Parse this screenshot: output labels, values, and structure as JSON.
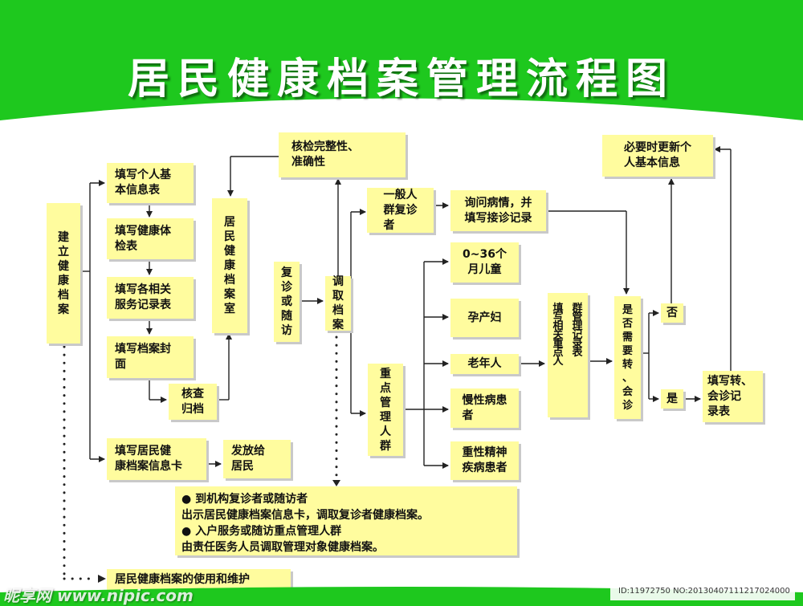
{
  "title": "居民健康档案管理流程图",
  "nodes": {
    "establish": "建\n立\n健\n康\n档\n案",
    "fill_basic": "填写个人基\n本信息表",
    "fill_physical": "填写健康体\n检表",
    "fill_service": "填写各相关\n服务记录表",
    "fill_cover": "填写档案封\n面",
    "check_file": "核查\n归档",
    "fill_card": "填写居民健\n康档案信息卡",
    "issue": "发放给\n居民",
    "archive_room": "居\n民\n健\n康\n档\n案\n室",
    "check_complete": "核检完整性、\n准确性",
    "revisit": "复\n诊\n或\n随\n访",
    "retrieve": "调\n取\n档\n案",
    "general_pop": "一般人\n群复诊\n者",
    "ask_illness": "询问病情，并\n填写接诊记录",
    "key_pop": "重\n点\n管\n理\n人\n群",
    "child": "0~36个\n月儿童",
    "pregnant": "孕产妇",
    "elderly": "老年人",
    "chronic": "慢性病患\n者",
    "mental": "重性精神\n疾病患者",
    "fill_key_record": "填\n写\n相\n关\n重\n点\n人\n群\n管\n理\n记\n录\n表",
    "need_transfer": "是\n否\n需\n要\n转\n、\n会\n诊",
    "no": "否",
    "yes": "是",
    "fill_transfer": "填写转、\n会诊记\n录表",
    "update_info": "必要时更新个\n人基本信息",
    "use_maintain": "居民健康档案的使用和维护"
  },
  "note": {
    "line1": "●  到机构复诊者或随访者",
    "line2": "出示居民健康档案信息卡，调取复诊者健康档案。",
    "line3": "●  入户服务或随访重点管理人群",
    "line4": "由责任医务人员调取管理对象健康档案。"
  },
  "watermark": {
    "left": "昵享网 www.nipic.com",
    "right": "ID:11972750 NO:20130407111217024000"
  },
  "colors": {
    "green": "#1fbf1f",
    "box": "#fffc9e"
  }
}
